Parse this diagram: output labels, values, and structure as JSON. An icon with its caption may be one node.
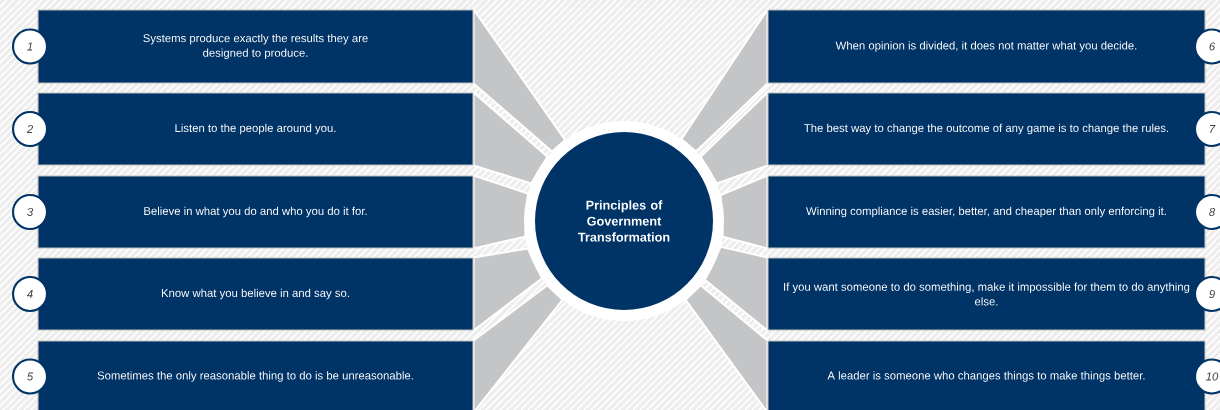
{
  "diagram": {
    "nodes": [
      {
        "text": [
          "Principles of Government Transformation"
        ]
      },
      {
        "text": [
          "Systems produce exactly the results they are designed to produce."
        ]
      },
      {
        "text": [
          "1"
        ]
      },
      {
        "text": [
          "Listen to the people around you."
        ]
      },
      {
        "text": [
          "2"
        ]
      },
      {
        "text": [
          "Believe in what you do and who you do it for."
        ]
      },
      {
        "text": [
          "3"
        ]
      },
      {
        "text": [
          "Know what you believe in and say so."
        ]
      },
      {
        "text": [
          "4"
        ]
      },
      {
        "text": [
          "Sometimes the only reasonable thing to do is be unreasonable."
        ]
      },
      {
        "text": [
          "5"
        ]
      },
      {
        "text": [
          "When opinion is divided, it does not matter what you decide."
        ]
      },
      {
        "text": [
          "6"
        ]
      },
      {
        "text": [
          "The best way to change the outcome of any game is to change the rules."
        ]
      },
      {
        "text": [
          "7"
        ]
      },
      {
        "text": [
          "Winning compliance is easier, better, and cheaper than only enforcing it."
        ]
      },
      {
        "text": [
          "8"
        ]
      },
      {
        "text": [
          "If you want someone to do something, make it impossible for them to do anything else."
        ]
      },
      {
        "text": [
          "9"
        ]
      },
      {
        "text": [
          "A leader is someone who changes things to make things better."
        ]
      },
      {
        "text": [
          "10"
        ]
      }
    ],
    "edges": [
      {
        "from": 0,
        "to": 1,
        "arrow": "none"
      },
      {
        "from": 0,
        "to": 3,
        "arrow": "none"
      },
      {
        "from": 0,
        "to": 5,
        "arrow": "none"
      },
      {
        "from": 0,
        "to": 7,
        "arrow": "none"
      },
      {
        "from": 0,
        "to": 9,
        "arrow": "none"
      },
      {
        "from": 0,
        "to": 11,
        "arrow": "none"
      },
      {
        "from": 0,
        "to": 13,
        "arrow": "none"
      },
      {
        "from": 0,
        "to": 15,
        "arrow": "none"
      },
      {
        "from": 0,
        "to": 17,
        "arrow": "none"
      },
      {
        "from": 0,
        "to": 19,
        "arrow": "none"
      }
    ]
  }
}
